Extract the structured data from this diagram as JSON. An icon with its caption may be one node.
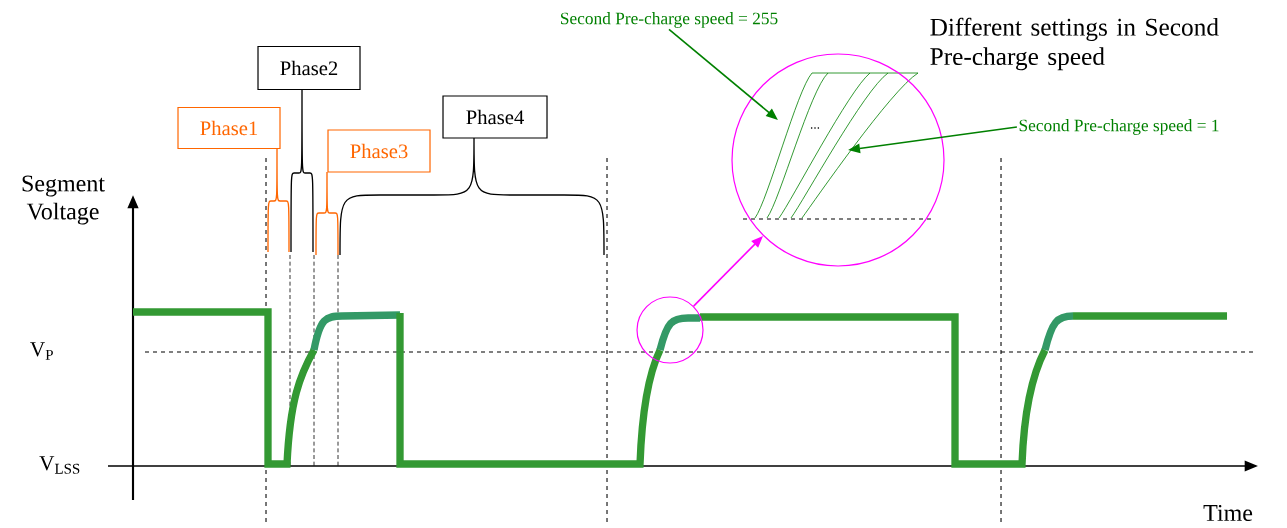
{
  "diagram": {
    "nodes": [
      {
        "text": [
          "Phase1"
        ]
      },
      {
        "text": [
          "Phase2"
        ]
      },
      {
        "text": [
          "Phase3"
        ]
      },
      {
        "text": [
          "Phase4"
        ]
      },
      {
        "text": [],
        "shape": "circle"
      },
      {
        "text": [
          "..."
        ]
      },
      {
        "text": [
          "Second Pre-charge speed = 255"
        ]
      },
      {
        "text": [
          "Second Pre-charge speed = 1"
        ]
      }
    ],
    "edges": [
      {
        "from": 4,
        "to": 5,
        "arrow": "to",
        "color": "#ff00ff"
      },
      {
        "from": 6,
        "to": 5,
        "arrow": "to",
        "color": "#008000"
      },
      {
        "from": 7,
        "to": 5,
        "arrow": "to",
        "color": "#008000"
      }
    ],
    "labels": [
      "Different settings in Second Pre-charge speed",
      "Segment Voltage",
      "V$_{P}$",
      "V$_{LSS}$",
      "Time"
    ]
  }
}
